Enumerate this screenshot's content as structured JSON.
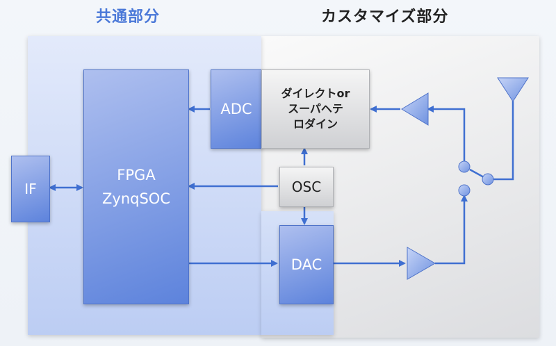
{
  "titles": {
    "common": "共通部分",
    "custom": "カスタマイズ部分"
  },
  "blocks": {
    "if": "IF",
    "fpga_line1": "FPGA",
    "fpga_line2": "ZynqSOC",
    "adc": "ADC",
    "direct_line1": "ダイレクトor",
    "direct_line2": "スーパヘテ",
    "direct_line3": "ロダイン",
    "osc": "OSC",
    "dac": "DAC"
  },
  "colors": {
    "common_accent": "#4a78d8",
    "wire": "#3f6fd1",
    "block_blue": "#5d83dc"
  },
  "icons": [
    "amplifier-icon",
    "antenna-icon",
    "switch-icon"
  ]
}
